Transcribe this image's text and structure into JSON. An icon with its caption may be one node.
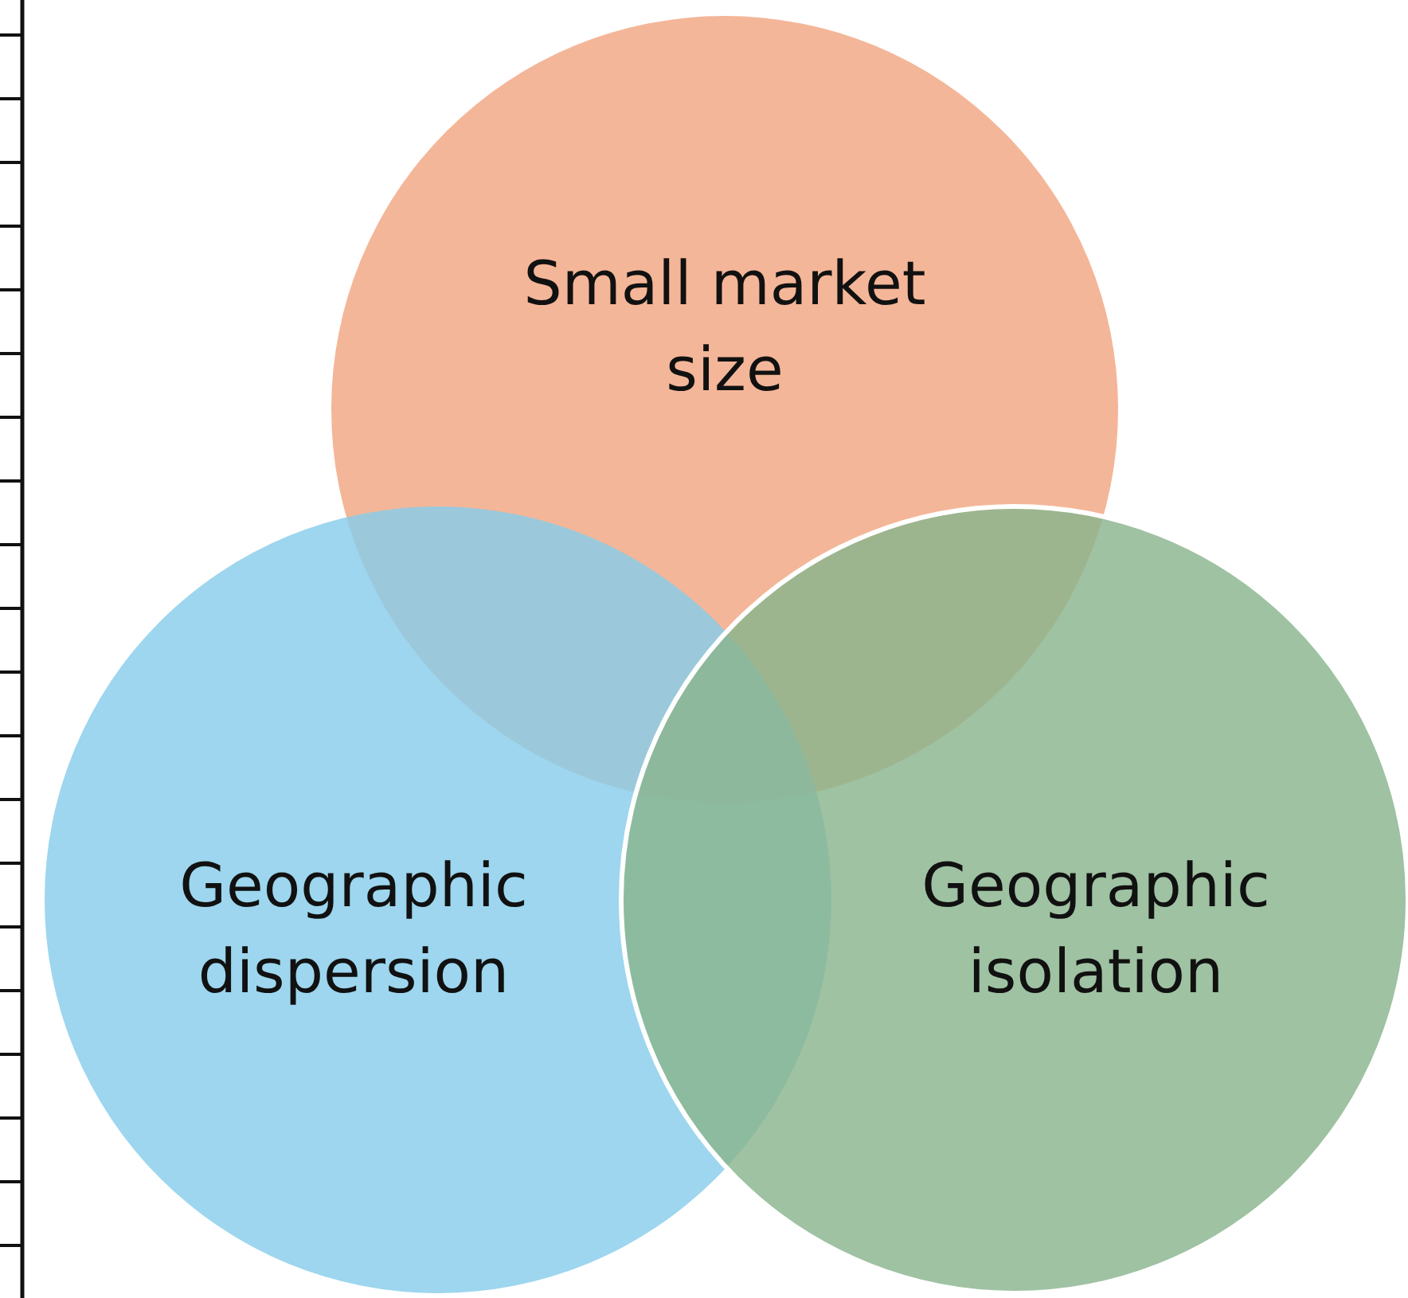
{
  "diagram": {
    "nodes": [
      {
        "text": [
          "Small market size"
        ]
      },
      {
        "text": [
          "Geographic dispersion"
        ]
      },
      {
        "text": [
          "Geographic isolation"
        ]
      }
    ]
  }
}
